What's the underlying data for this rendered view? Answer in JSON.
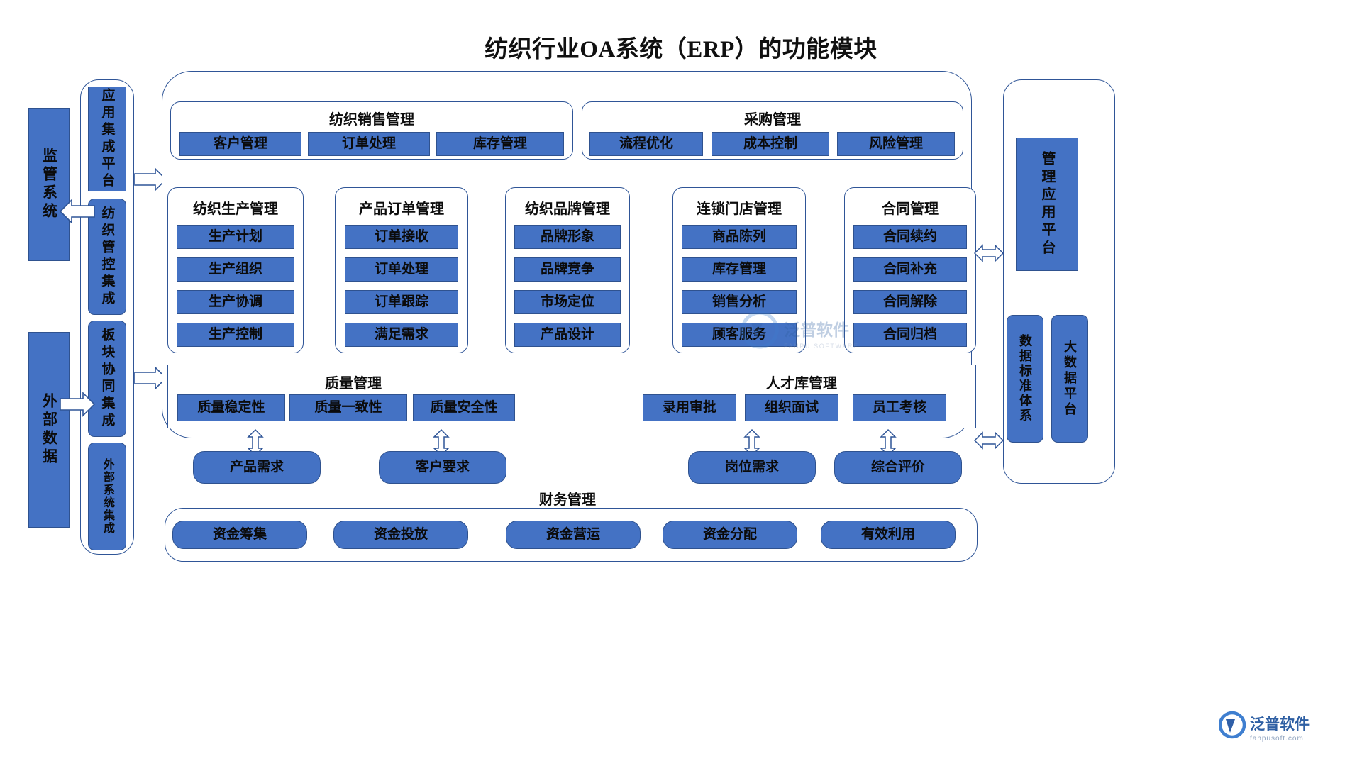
{
  "title": "纺织行业OA系统（ERP）的功能模块",
  "left_external": {
    "supervision": "监管系统",
    "external_data": "外部数据"
  },
  "left_integration_panel": {
    "items": [
      {
        "label": "应用集成平台",
        "shape": "rect"
      },
      {
        "label": "纺织管控集成",
        "shape": "rounded"
      },
      {
        "label": "板块协同集成",
        "shape": "rounded"
      },
      {
        "label": "外部系统集成",
        "shape": "rounded"
      }
    ]
  },
  "right_platform_panel": {
    "items": [
      {
        "label": "管理应用平台",
        "shape": "rect"
      },
      {
        "label": "数据标准体系",
        "shape": "rounded"
      },
      {
        "label": "大数据平台",
        "shape": "rounded"
      }
    ]
  },
  "top_groups": [
    {
      "title": "纺织销售管理",
      "items": [
        "客户管理",
        "订单处理",
        "库存管理"
      ]
    },
    {
      "title": "采购管理",
      "items": [
        "流程优化",
        "成本控制",
        "风险管理"
      ]
    }
  ],
  "middle_columns": [
    {
      "title": "纺织生产管理",
      "items": [
        "生产计划",
        "生产组织",
        "生产协调",
        "生产控制"
      ]
    },
    {
      "title": "产品订单管理",
      "items": [
        "订单接收",
        "订单处理",
        "订单跟踪",
        "满足需求"
      ]
    },
    {
      "title": "纺织品牌管理",
      "items": [
        "品牌形象",
        "品牌竞争",
        "市场定位",
        "产品设计"
      ]
    },
    {
      "title": "连锁门店管理",
      "items": [
        "商品陈列",
        "库存管理",
        "销售分析",
        "顾客服务"
      ]
    },
    {
      "title": "合同管理",
      "items": [
        "合同续约",
        "合同补充",
        "合同解除",
        "合同归档"
      ]
    }
  ],
  "quality_talent_row": {
    "quality": {
      "title": "质量管理",
      "items": [
        "质量稳定性",
        "质量一致性",
        "质量安全性"
      ]
    },
    "talent": {
      "title": "人才库管理",
      "items": [
        "录用审批",
        "组织面试",
        "员工考核"
      ]
    }
  },
  "demand_row": {
    "items": [
      "产品需求",
      "客户要求",
      "岗位需求",
      "综合评价"
    ]
  },
  "finance": {
    "title": "财务管理",
    "items": [
      "资金筹集",
      "资金投放",
      "资金营运",
      "资金分配",
      "有效利用"
    ]
  },
  "watermark": {
    "brand": "泛普软件",
    "brand_sub": "FANPU SOFTWARE",
    "site": "fanpusoft.com"
  },
  "colors": {
    "chip_fill": "#4472c4",
    "chip_stroke": "#2f528f",
    "card_stroke": "#2f5597",
    "text": "#0d0d0d"
  },
  "icons": {
    "arrow_right": "arrow-right-icon",
    "arrow_left": "arrow-left-icon",
    "arrow_double_h": "arrow-double-horizontal-icon",
    "arrow_double_v": "arrow-double-vertical-icon"
  }
}
